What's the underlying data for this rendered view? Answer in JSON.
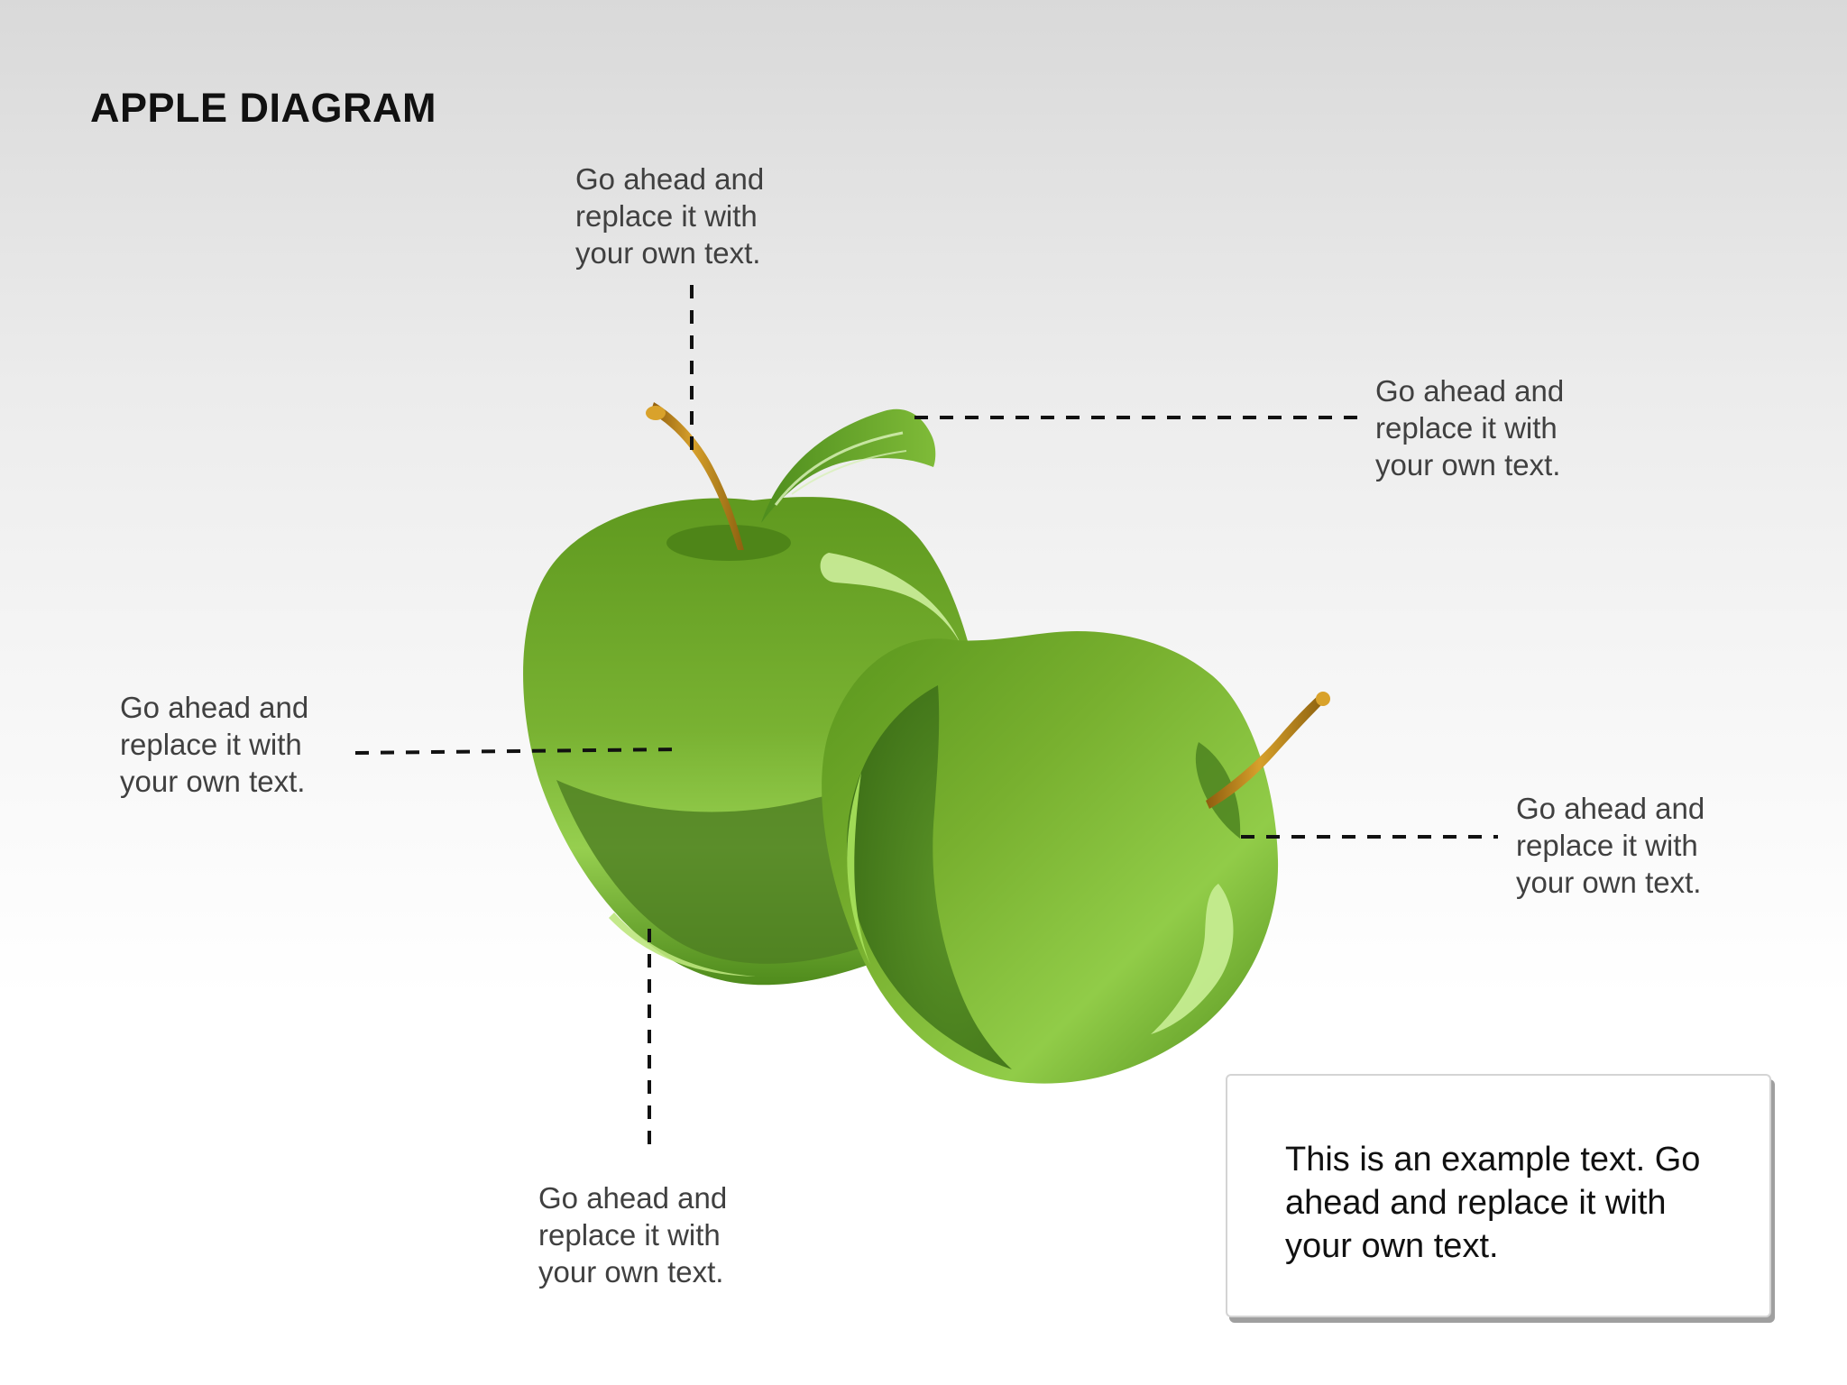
{
  "title": "APPLE DIAGRAM",
  "callouts": {
    "top": [
      "Go ahead and",
      "replace it with",
      "your own text."
    ],
    "upper_right": [
      "Go ahead and",
      "replace it with",
      "your own text."
    ],
    "left": [
      "Go ahead and",
      "replace it with",
      "your own text."
    ],
    "right": [
      "Go ahead and",
      "replace it with",
      "your own text."
    ],
    "bottom": [
      "Go ahead and",
      "replace it with",
      "your own text."
    ]
  },
  "note": {
    "text": "This is an example text. Go ahead and replace it with your own text."
  },
  "colors": {
    "apple_dark": "#4f8f1f",
    "apple_mid": "#6ea62d",
    "apple_light": "#9ad24f",
    "stem": "#b07a12",
    "dashed_line": "#111111",
    "title": "#111111",
    "callout_text": "#404040"
  }
}
